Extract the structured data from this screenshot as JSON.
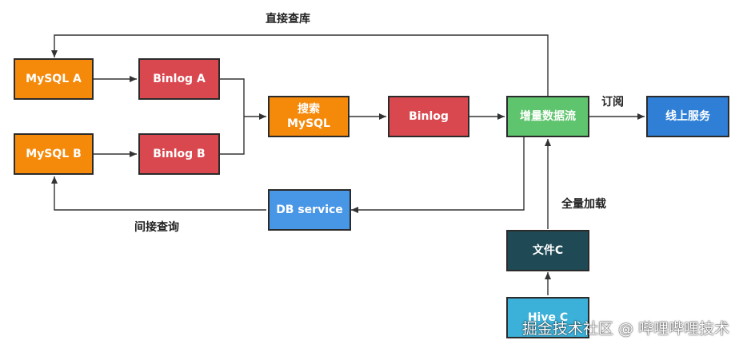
{
  "nodes": {
    "mysql_a": {
      "label": "MySQL A",
      "color": "#f5890a"
    },
    "mysql_b": {
      "label": "MySQL B",
      "color": "#f5890a"
    },
    "binlog_a": {
      "label": "Binlog A",
      "color": "#d9484f"
    },
    "binlog_b": {
      "label": "Binlog B",
      "color": "#d9484f"
    },
    "search_mysql": {
      "label": "搜索\nMySQL",
      "color": "#f5890a"
    },
    "binlog": {
      "label": "Binlog",
      "color": "#d9484f"
    },
    "incremental": {
      "label": "增量数据流",
      "color": "#5fc46e"
    },
    "online": {
      "label": "线上服务",
      "color": "#2f7fd7"
    },
    "db_service": {
      "label": "DB service",
      "color": "#4896e6"
    },
    "file_c": {
      "label": "文件C",
      "color": "#1f4a55"
    },
    "hive_c": {
      "label": "Hive C",
      "color": "#3bb0d8"
    }
  },
  "edge_labels": {
    "direct_query": "直接查库",
    "indirect_query": "间接查询",
    "subscribe": "订阅",
    "full_load": "全量加载"
  },
  "watermark": "掘金技术社区 @ 哔哩哔哩技术"
}
